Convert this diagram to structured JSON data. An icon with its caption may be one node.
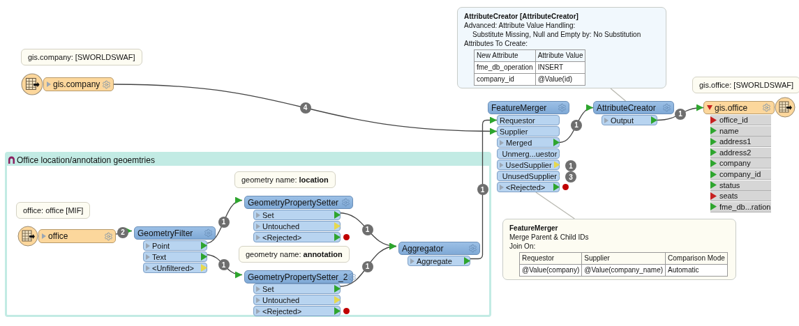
{
  "diagram": {
    "nodes": [
      {
        "text": [
          "AttributeCreator [AttributeCreator]",
          "Advanced: Attribute Value Handling:",
          "Substitute Missing, Null and Empty by: No Substitution",
          "Attributes To Create:",
          "New Attribute",
          "Attribute Value",
          "fme_db_operation",
          "INSERT",
          "company_id",
          "@Value(id)"
        ]
      },
      {
        "text": [
          "gis.company"
        ],
        "beside": [
          "gis.company: [SWORLDSWAF]"
        ]
      },
      {
        "text": [
          "FeatureMerger"
        ]
      },
      {
        "text": [
          "Requestor"
        ]
      },
      {
        "text": [
          "Supplier"
        ]
      },
      {
        "text": [
          "Merged"
        ]
      },
      {
        "text": [
          "Unmerg...uestor"
        ]
      },
      {
        "text": [
          "UsedSupplier"
        ]
      },
      {
        "text": [
          "UnusedSupplier"
        ]
      },
      {
        "text": [
          "<Rejected>"
        ]
      },
      {
        "text": [
          "AttributeCreator"
        ]
      },
      {
        "text": [
          "Output"
        ]
      },
      {
        "text": [
          "gis.office"
        ],
        "beside": [
          "gis.office: [SWORLDSWAF]"
        ]
      },
      {
        "text": [
          "office_id"
        ]
      },
      {
        "text": [
          "name"
        ]
      },
      {
        "text": [
          "address1"
        ]
      },
      {
        "text": [
          "address2"
        ]
      },
      {
        "text": [
          "company"
        ]
      },
      {
        "text": [
          "company_id"
        ]
      },
      {
        "text": [
          "status"
        ]
      },
      {
        "text": [
          "seats"
        ]
      },
      {
        "text": [
          "fme_db...ration"
        ]
      },
      {
        "text": [
          "Office location/annotation geoemtries"
        ]
      },
      {
        "text": [
          "office"
        ],
        "in": 22,
        "beside": [
          "office: office [MIF]"
        ]
      },
      {
        "text": [
          "GeometryFilter"
        ],
        "in": 22
      },
      {
        "text": [
          "Point"
        ],
        "in": 22
      },
      {
        "text": [
          "Text"
        ],
        "in": 22
      },
      {
        "text": [
          "<Unfiltered>"
        ],
        "in": 22
      },
      {
        "text": [
          "GeometryPropertySetter"
        ],
        "in": 22,
        "beside": [
          "geometry name: **location**"
        ]
      },
      {
        "text": [
          "Set"
        ],
        "in": 22
      },
      {
        "text": [
          "Untouched"
        ],
        "in": 22
      },
      {
        "text": [
          "<Rejected>"
        ],
        "in": 22
      },
      {
        "text": [
          "GeometryPropertySetter_2"
        ],
        "in": 22,
        "beside": [
          "geometry name: **annotation**"
        ]
      },
      {
        "text": [
          "Set"
        ],
        "in": 22
      },
      {
        "text": [
          "Untouched"
        ],
        "in": 22
      },
      {
        "text": [
          "<Rejected>"
        ],
        "in": 22
      },
      {
        "text": [
          "Aggregator"
        ],
        "in": 22
      },
      {
        "text": [
          "Aggregate"
        ],
        "in": 22
      },
      {
        "text": [
          "FeatureMerger",
          "Merge Parent & Child IDs",
          "Join On:",
          "Requestor",
          "Supplier",
          "Comparison Mode",
          "@Value(company)",
          "@Value(company_name)",
          "Automatic"
        ]
      }
    ],
    "edges": [
      {
        "from": 1,
        "to": 4,
        "arrow": "to",
        "label": "4"
      },
      {
        "from": 37,
        "to": 3,
        "arrow": "to",
        "label": "1"
      },
      {
        "from": 5,
        "to": 10,
        "arrow": "to",
        "label": "1"
      },
      {
        "from": 11,
        "to": 12,
        "arrow": "to",
        "label": "1"
      },
      {
        "from": 23,
        "to": 24,
        "arrow": "to",
        "label": "2"
      },
      {
        "from": 25,
        "to": 28,
        "arrow": "to",
        "label": "1"
      },
      {
        "from": 26,
        "to": 32,
        "arrow": "to",
        "label": "1"
      },
      {
        "from": 29,
        "to": 36,
        "arrow": "to",
        "label": "1"
      },
      {
        "from": 33,
        "to": 36,
        "arrow": "to",
        "label": "1"
      },
      {
        "from": 0,
        "to": 10,
        "arrow": "none",
        "color": "#b8b8b0"
      },
      {
        "from": 38,
        "to": 9,
        "arrow": "none",
        "color": "#b8b8b0"
      }
    ],
    "labels": [
      "1",
      "3"
    ]
  }
}
